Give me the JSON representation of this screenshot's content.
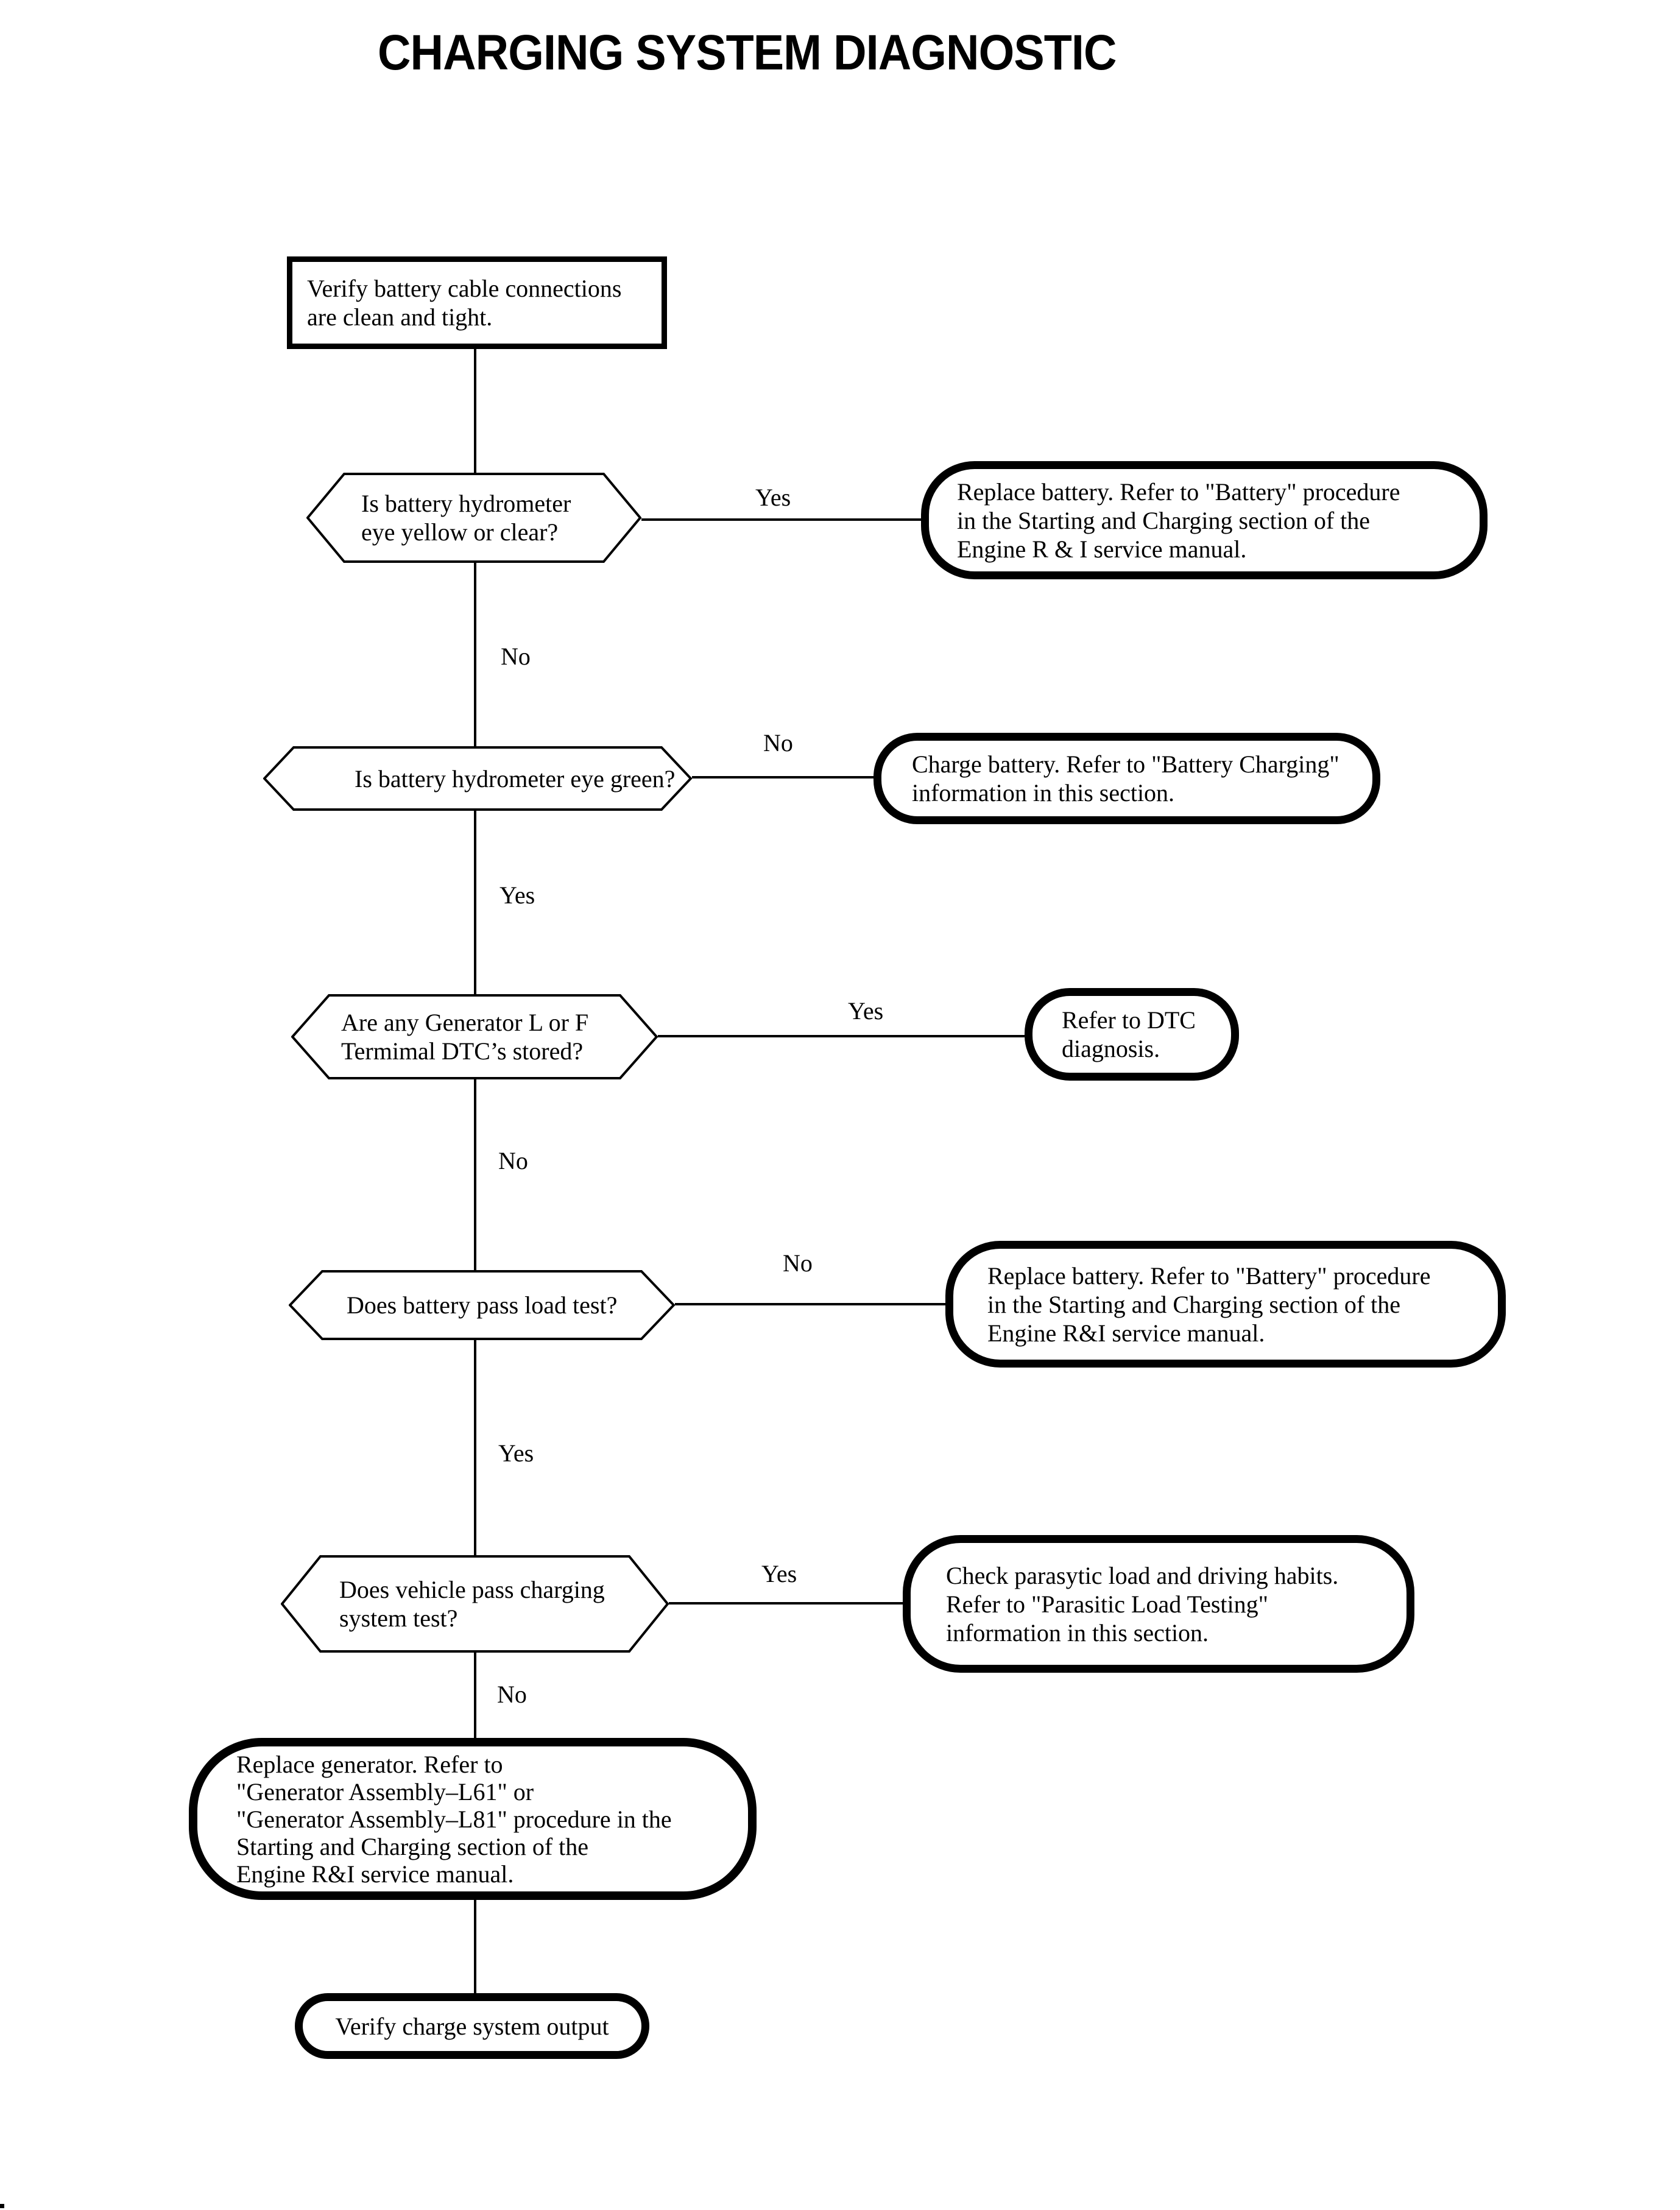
{
  "page": {
    "title": "CHARGING SYSTEM DIAGNOSTIC"
  },
  "colors": {
    "ink": "#000000",
    "paper": "#ffffff"
  },
  "nodes": {
    "start": {
      "type": "process",
      "lines": [
        "Verify battery cable connections",
        "are clean and tight."
      ]
    },
    "d1": {
      "type": "decision",
      "lines": [
        "Is battery hydrometer",
        "eye yellow or clear?"
      ]
    },
    "r1": {
      "type": "result",
      "lines": [
        "Replace battery. Refer to \"Battery\" procedure",
        "in the Starting and Charging section of the",
        "Engine R & I service manual."
      ]
    },
    "d2": {
      "type": "decision",
      "lines": [
        "Is battery hydrometer eye green?"
      ]
    },
    "r2": {
      "type": "result",
      "lines": [
        "Charge battery. Refer to \"Battery Charging\"",
        "information in this section."
      ]
    },
    "d3": {
      "type": "decision",
      "lines": [
        "Are any Generator L or F",
        "Termimal DTC’s stored?"
      ]
    },
    "r3": {
      "type": "result",
      "lines": [
        "Refer to DTC",
        "diagnosis."
      ]
    },
    "d4": {
      "type": "decision",
      "lines": [
        "Does battery pass load test?"
      ]
    },
    "r4": {
      "type": "result",
      "lines": [
        "Replace battery. Refer to \"Battery\" procedure",
        "in the Starting and Charging section of the",
        "Engine R&I service manual."
      ]
    },
    "d5": {
      "type": "decision",
      "lines": [
        "Does vehicle pass charging",
        "system test?"
      ]
    },
    "r5": {
      "type": "result",
      "lines": [
        "Check parasytic load and driving habits.",
        "Refer to \"Parasitic Load Testing\"",
        "information in this section."
      ]
    },
    "end_replace_generator": {
      "type": "result",
      "lines": [
        "Replace generator. Refer to",
        "\"Generator Assembly–L61\" or",
        "\"Generator Assembly–L81\" procedure in the",
        "Starting and Charging section of the",
        "Engine R&I service manual."
      ]
    },
    "end_verify_output": {
      "type": "terminal",
      "lines": [
        "Verify charge system output"
      ]
    }
  },
  "edges": [
    {
      "from": "start",
      "to": "d1",
      "label": "",
      "direction": "down"
    },
    {
      "from": "d1",
      "to": "r1",
      "label": "Yes",
      "direction": "right"
    },
    {
      "from": "d1",
      "to": "d2",
      "label": "No",
      "direction": "down"
    },
    {
      "from": "d2",
      "to": "r2",
      "label": "No",
      "direction": "right"
    },
    {
      "from": "d2",
      "to": "d3",
      "label": "Yes",
      "direction": "down"
    },
    {
      "from": "d3",
      "to": "r3",
      "label": "Yes",
      "direction": "right"
    },
    {
      "from": "d3",
      "to": "d4",
      "label": "No",
      "direction": "down"
    },
    {
      "from": "d4",
      "to": "r4",
      "label": "No",
      "direction": "right"
    },
    {
      "from": "d4",
      "to": "d5",
      "label": "Yes",
      "direction": "down"
    },
    {
      "from": "d5",
      "to": "r5",
      "label": "Yes",
      "direction": "right"
    },
    {
      "from": "d5",
      "to": "end_replace_generator",
      "label": "No",
      "direction": "down"
    },
    {
      "from": "end_replace_generator",
      "to": "end_verify_output",
      "label": "",
      "direction": "down"
    }
  ]
}
